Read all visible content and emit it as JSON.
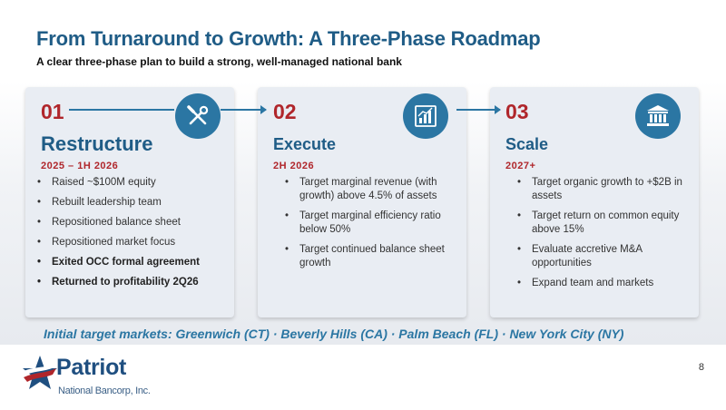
{
  "header": {
    "title": "From Turnaround to Growth: A Three-Phase Roadmap",
    "subtitle": "A clear three-phase plan to build a strong, well-managed national bank"
  },
  "phases": [
    {
      "number": "01",
      "name": "Restructure",
      "dates": "2025 – 1H 2026",
      "icon": "tools-icon",
      "bullets": [
        "Raised ~$100M equity",
        "Rebuilt leadership team",
        "Repositioned balance sheet",
        "Repositioned market focus",
        "Exited OCC formal agreement",
        "Returned to profitability 2Q26"
      ]
    },
    {
      "number": "02",
      "name": "Execute",
      "dates": "2H 2026",
      "icon": "bar-chart-icon",
      "bullets": [
        "Target marginal revenue (with growth) above 4.5% of assets",
        "Target marginal efficiency ratio below 50%",
        "Target continued balance sheet growth"
      ]
    },
    {
      "number": "03",
      "name": "Scale",
      "dates": "2027+",
      "icon": "bank-icon",
      "bullets": [
        "Target organic growth to +$2B in assets",
        "Target return on common equity above 15%",
        "Evaluate accretive M&A opportunities",
        "Expand team and markets"
      ]
    }
  ],
  "markets": "Initial target markets: Greenwich (CT) · Beverly Hills (CA) · Palm Beach (FL) · New York City (NY)",
  "logo": {
    "name": "Patriot",
    "subtitle": "National Bancorp, Inc.",
    "icon": "star-logo-icon"
  },
  "page_number": "8",
  "colors": {
    "title_blue": "#1f5c86",
    "accent_red": "#b0262b",
    "icon_blue": "#2b76a3",
    "card_bg": "#e9edf3"
  }
}
